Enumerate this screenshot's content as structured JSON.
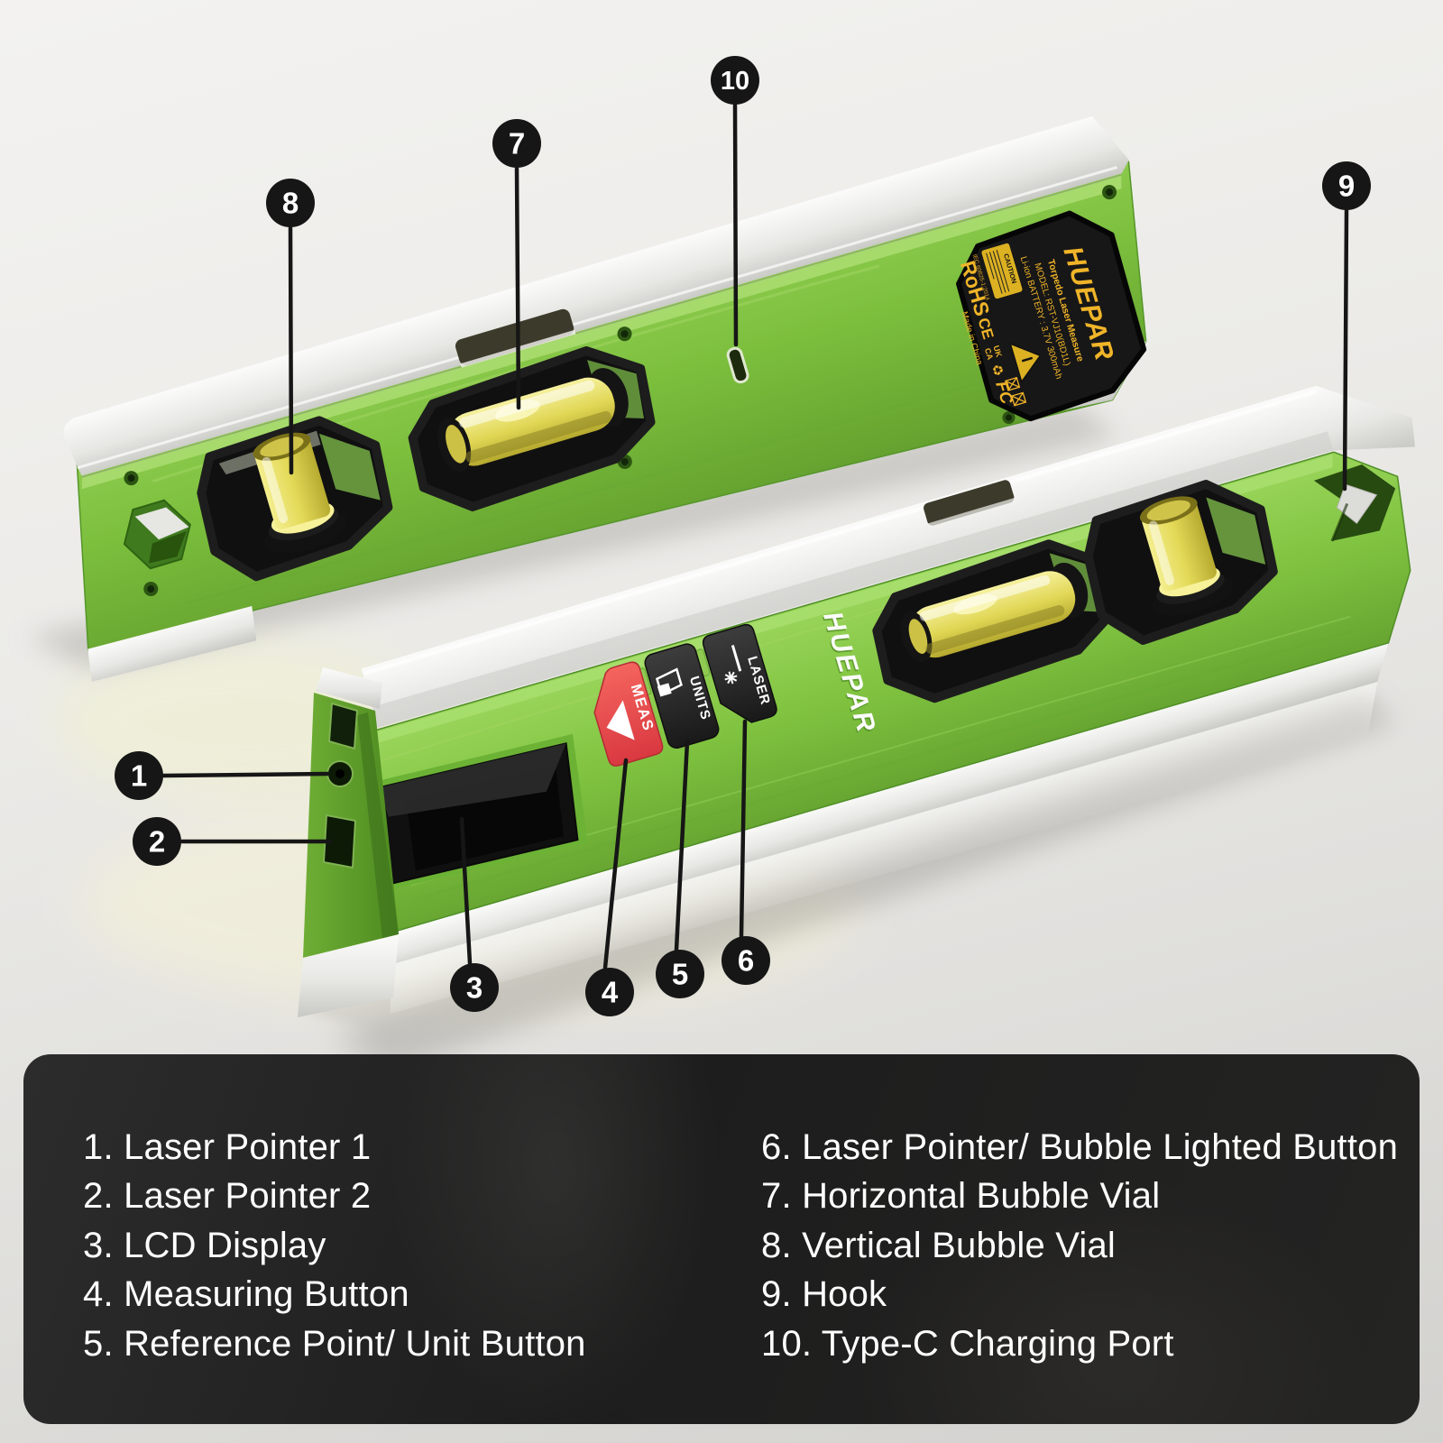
{
  "brand": {
    "logo_text": "HUEPAR"
  },
  "back_label": {
    "brand": "HUEPAR",
    "tagline": "Torpedo Laser Measure",
    "model": "MODEL: RST-VJ10(BD1L)",
    "battery": "Li-ion BATTERY : 3.7V 300mAh",
    "caution": "CAUTION",
    "iec": "IEC 60825-1:2014",
    "cert_rohs": "RoHS",
    "cert_ce": "CE",
    "cert_uk": "UK",
    "cert_ca": "CA",
    "cert_fcc": "FC",
    "recycle_icon": "♻",
    "made_in": "Made in China"
  },
  "buttons": {
    "measure": "MEAS",
    "units": "UNITS",
    "laser": "LASER"
  },
  "callouts": [
    {
      "number": "1",
      "label": "Laser Pointer 1"
    },
    {
      "number": "2",
      "label": "Laser Pointer 2"
    },
    {
      "number": "3",
      "label": "LCD Display"
    },
    {
      "number": "4",
      "label": "Measuring Button"
    },
    {
      "number": "5",
      "label": "Reference Point/ Unit Button"
    },
    {
      "number": "6",
      "label": "Laser Pointer/ Bubble Lighted Button"
    },
    {
      "number": "7",
      "label": "Horizontal Bubble Vial"
    },
    {
      "number": "8",
      "label": "Vertical Bubble Vial"
    },
    {
      "number": "9",
      "label": "Hook"
    },
    {
      "number": "10",
      "label": "Type-C Charging Port"
    }
  ],
  "legend": {
    "items_left": [
      "1. Laser Pointer 1",
      "2. Laser Pointer 2",
      "3. LCD Display",
      "4. Measuring Button",
      "5. Reference Point/ Unit Button"
    ],
    "items_right": [
      "6. Laser Pointer/ Bubble Lighted Button",
      "7. Horizontal Bubble Vial",
      "8. Vertical Bubble Vial",
      "9. Hook",
      "10. Type-C Charging Port"
    ]
  },
  "colors": {
    "green": "#7cbf3d",
    "green_dark": "#55962a",
    "silver": "#e9e9e6",
    "vial_yellow": "#e8e05f",
    "button_red": "#e8454b",
    "button_black": "#232323",
    "label_gold": "#f0b429",
    "panel_bg": "#222222",
    "callout_black": "#161616"
  }
}
